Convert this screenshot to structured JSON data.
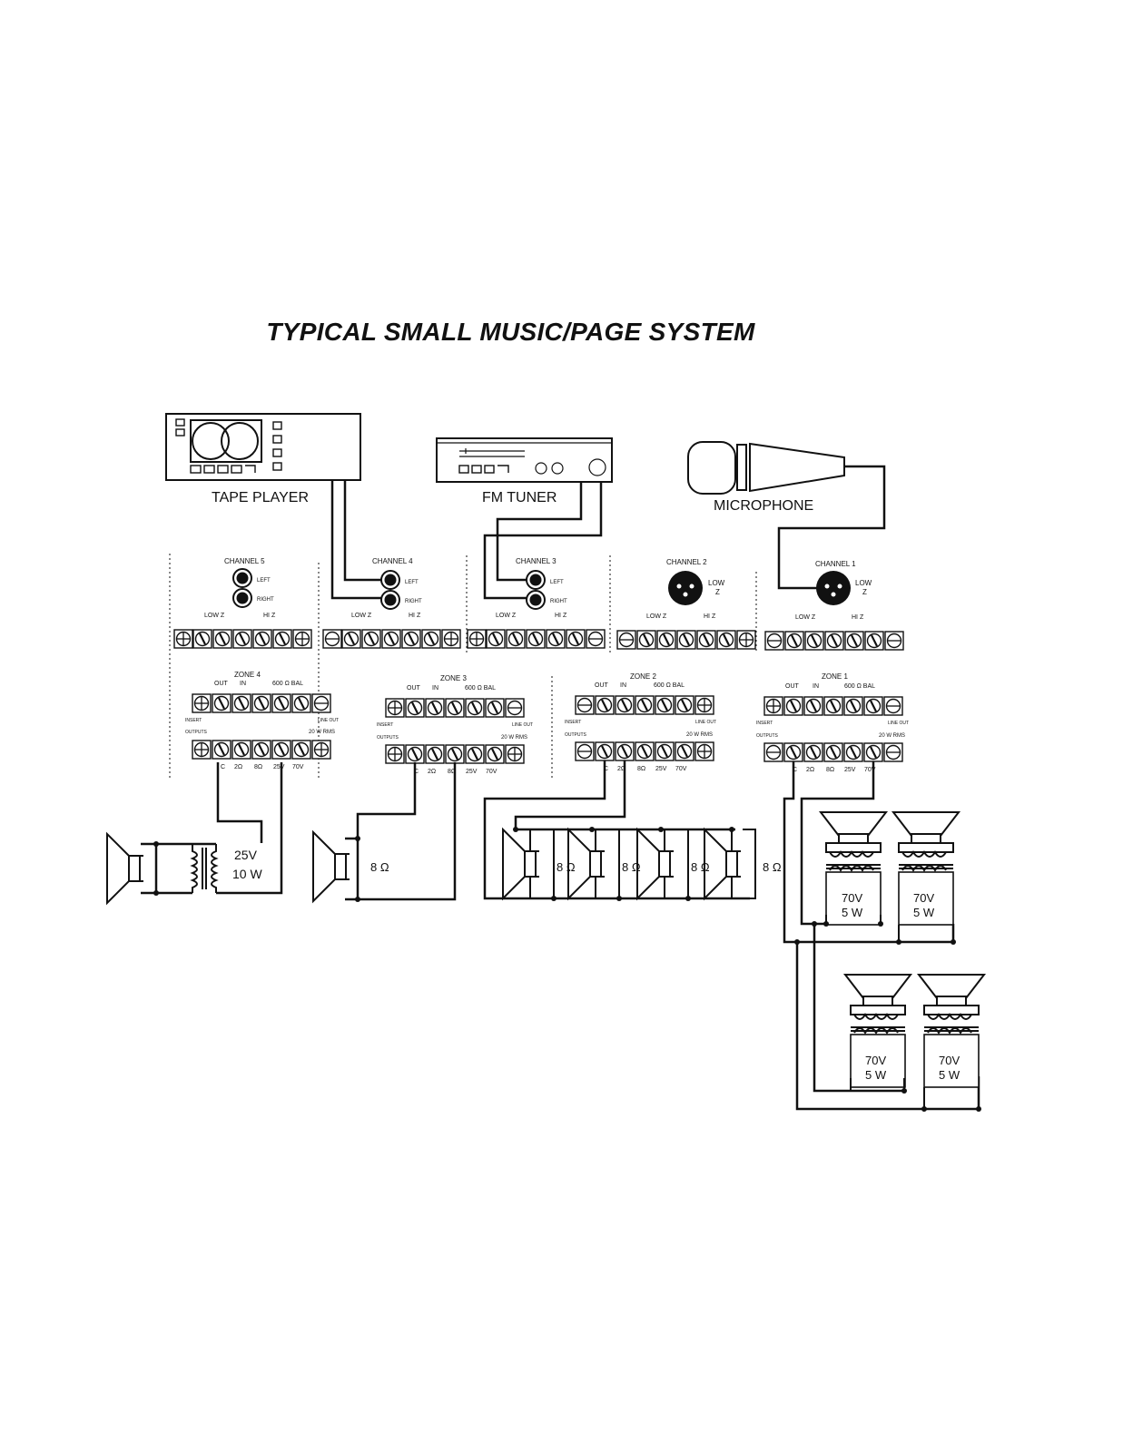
{
  "title": "TYPICAL SMALL MUSIC/PAGE SYSTEM",
  "devices": {
    "tape_player": "TAPE PLAYER",
    "fm_tuner": "FM TUNER",
    "microphone": "MICROPHONE"
  },
  "channels": {
    "ch5": "CHANNEL 5",
    "ch4": "CHANNEL 4",
    "ch3": "CHANNEL 3",
    "ch2": "CHANNEL 2",
    "ch1": "CHANNEL 1",
    "left": "LEFT",
    "right": "RIGHT",
    "low": "LOW",
    "z": "Z",
    "low_z": "LOW Z",
    "hi_z": "HI Z"
  },
  "zones": {
    "zone4": "ZONE 4",
    "zone3": "ZONE 3",
    "zone2": "ZONE 2",
    "zone1": "ZONE 1",
    "out": "OUT",
    "in": "IN",
    "bal": "600 Ω BAL",
    "insert": "INSERT",
    "line_out": "LINE OUT",
    "outputs": "OUTPUTS",
    "rms": "20 W RMS",
    "taps": [
      "C",
      "2Ω",
      "8Ω",
      "25V",
      "70V"
    ]
  },
  "speakers": {
    "zone4_tap": "25V",
    "zone4_power": "10 W",
    "ohm": "8 Ω",
    "tap70": "70V",
    "power5": "5 W"
  }
}
